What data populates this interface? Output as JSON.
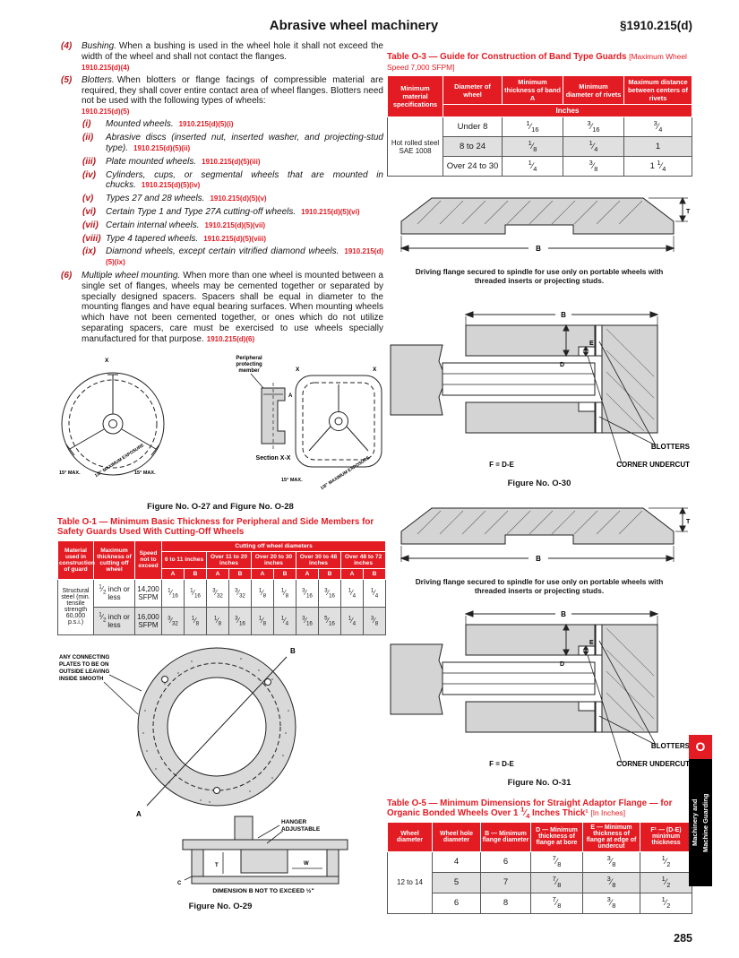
{
  "header": {
    "title": "Abrasive wheel machinery",
    "section": "§1910.215(d)"
  },
  "page_number": "285",
  "side_tab": {
    "letter": "O",
    "label_line1": "Machinery and",
    "label_line2": "Machine Guarding"
  },
  "colors": {
    "accent_red": "#e31b23",
    "row_shade_gray": "#e0e0e0",
    "figure_fill_gray": "#d4d4d4",
    "text_black": "#151515"
  },
  "paragraphs": {
    "p4": {
      "num": "(4)",
      "term": "Bushing.",
      "text": "When a bushing is used in the wheel hole it shall not exceed the width of the wheel and shall not contact the flanges.",
      "cite": "1910.215(d)(4)"
    },
    "p5": {
      "num": "(5)",
      "term": "Blotters.",
      "text": "When blotters or flange facings of compressible material are required, they shall cover entire contact area of wheel flanges. Blotters need not be used with the following types of wheels:",
      "cite": "1910.215(d)(5)"
    },
    "p6": {
      "num": "(6)",
      "term": "Multiple wheel mounting.",
      "text": "When more than one wheel is mounted between a single set of flanges, wheels may be cemented together or separated by specially designed spacers. Spacers shall be equal in diameter to the mounting flanges and have equal bearing surfaces. When mounting wheels which have not been cemented together, or ones which do not utilize separating spacers, care must be exercised to use wheels specially manufactured for that purpose.",
      "cite": "1910.215(d)(6)"
    }
  },
  "items": [
    {
      "num": "(i)",
      "text": "Mounted wheels.",
      "cite": "1910.215(d)(5)(i)"
    },
    {
      "num": "(ii)",
      "text": "Abrasive discs (inserted nut, inserted washer, and projecting-stud type).",
      "cite": "1910.215(d)(5)(ii)"
    },
    {
      "num": "(iii)",
      "text": "Plate mounted wheels.",
      "cite": "1910.215(d)(5)(iii)"
    },
    {
      "num": "(iv)",
      "text": "Cylinders, cups, or segmental wheels that are mounted in chucks.",
      "cite": "1910.215(d)(5)(iv)"
    },
    {
      "num": "(v)",
      "text": "Types 27 and 28 wheels.",
      "cite": "1910.215(d)(5)(v)"
    },
    {
      "num": "(vi)",
      "text": "Certain Type 1 and Type 27A cutting-off wheels.",
      "cite": "1910.215(d)(5)(vi)"
    },
    {
      "num": "(vii)",
      "text": "Certain internal wheels.",
      "cite": "1910.215(d)(5)(vii)"
    },
    {
      "num": "(viii)",
      "text": "Type 4 tapered wheels.",
      "cite": "1910.215(d)(5)(viii)"
    },
    {
      "num": "(ix)",
      "text": "Diamond wheels, except certain vitrified diamond wheels.",
      "cite": "1910.215(d)(5)(ix)"
    }
  ],
  "figure_o27_28": {
    "caption": "Figure No. O-27 and Figure No. O-28",
    "peripheral_label": [
      "Peripheral",
      "protecting",
      "member"
    ],
    "section_label": "Section X-X",
    "max_angle": "15° MAX.",
    "max_exposure": "1/8\" MAXIMUM EXPOSURE",
    "label_x": "X",
    "label_a": "A"
  },
  "table_o1": {
    "title": "Table O-1 — Minimum Basic Thickness for Peripheral and Side Members for Safety Guards Used With Cutting-Off Wheels",
    "col_material": "Material used in construction of guard",
    "col_thickness": "Maximum thickness of cutting off wheel",
    "col_speed": "Speed not to exceed",
    "span_header": "Cutting off wheel diameters",
    "diameter_groups": [
      "6 to 11 inches",
      "Over 11 to 20 inches",
      "Over 20 to 30 inches",
      "Over 30 to 48 inches",
      "Over 48 to 72 inches"
    ],
    "ab": [
      "A",
      "B"
    ],
    "material": "Structural steel (min. tensile strength 60,000 p.s.i.)",
    "rows": [
      {
        "thickness": "1/2 inch or less",
        "speed": "14,200 SFPM",
        "values": [
          "1/16",
          "1/16",
          "3/32",
          "3/32",
          "1/8",
          "1/8",
          "3/16",
          "3/16",
          "1/4",
          "1/4"
        ]
      },
      {
        "thickness": "1/2 inch or less",
        "speed": "16,000 SFPM",
        "values": [
          "3/32",
          "1/8",
          "1/8",
          "3/16",
          "1/8",
          "1/4",
          "3/16",
          "5/16",
          "1/4",
          "3/8"
        ]
      }
    ]
  },
  "figure_o29": {
    "caption": "Figure No. O-29",
    "note_connecting": [
      "ANY CONNECTING",
      "PLATES TO BE ON",
      "OUTSIDE LEAVING",
      "INSIDE SMOOTH"
    ],
    "note_hanger": [
      "HANGER",
      "ADJUSTABLE"
    ],
    "note_dimension": "DIMENSION B NOT TO EXCEED ½\"",
    "label_a": "A",
    "label_b": "B",
    "label_t": "T",
    "label_w": "W",
    "label_c": "C"
  },
  "table_o3": {
    "title": "Table O-3 — Guide for Construction of Band Type Guards",
    "note": "[Maximum Wheel Speed 7,000 SFPM]",
    "headers": [
      "Minimum material specifications",
      "Diameter of wheel",
      "Minimum thickness of band A",
      "Minimum diameter of rivets",
      "Maximum distance between centers of rivets"
    ],
    "unit_label": "Inches",
    "material": "Hot rolled steel SAE 1008",
    "rows": [
      {
        "diameter": "Under 8",
        "band_thickness": "1/16",
        "rivet_diameter": "3/16",
        "rivet_spacing": "3/4"
      },
      {
        "diameter": "8 to 24",
        "band_thickness": "1/8",
        "rivet_diameter": "1/4",
        "rivet_spacing": "1"
      },
      {
        "diameter": "Over 24 to 30",
        "band_thickness": "1/4",
        "rivet_diameter": "3/8",
        "rivet_spacing": "1 1/4"
      }
    ]
  },
  "flange_figure": {
    "caption": "Driving flange secured to spindle for use only on portable wheels with threaded inserts or projecting studs.",
    "label_b": "B",
    "label_t": "T"
  },
  "cross_section": {
    "caption_o30": "Figure No. O-30",
    "caption_o31": "Figure No. O-31",
    "label_blotters": "BLOTTERS",
    "label_undercut": "CORNER UNDERCUT",
    "label_formula": "F = D-E",
    "label_b": "B",
    "label_d": "D",
    "label_e": "E"
  },
  "table_o5": {
    "title": "Table O-5 — Minimum Dimensions for Straight Adaptor Flange — for Organic Bonded Wheels Over 1 1/4 Inches Thick¹",
    "note": "[In Inches]",
    "headers": [
      "Wheel diameter",
      "Wheel hole diameter",
      "B — Minimum flange diameter",
      "D — Minimum thickness of flange at bore",
      "E — Minimum thickness of flange at edge of undercut",
      "F¹ — (D-E) minimum thickness"
    ],
    "wheel_diameter": "12 to 14",
    "rows": [
      {
        "hole": "4",
        "flange": "6",
        "d": "7/8",
        "e": "3/8",
        "f": "1/2"
      },
      {
        "hole": "5",
        "flange": "7",
        "d": "7/8",
        "e": "3/8",
        "f": "1/2"
      },
      {
        "hole": "6",
        "flange": "8",
        "d": "7/8",
        "e": "3/8",
        "f": "1/2"
      }
    ]
  }
}
